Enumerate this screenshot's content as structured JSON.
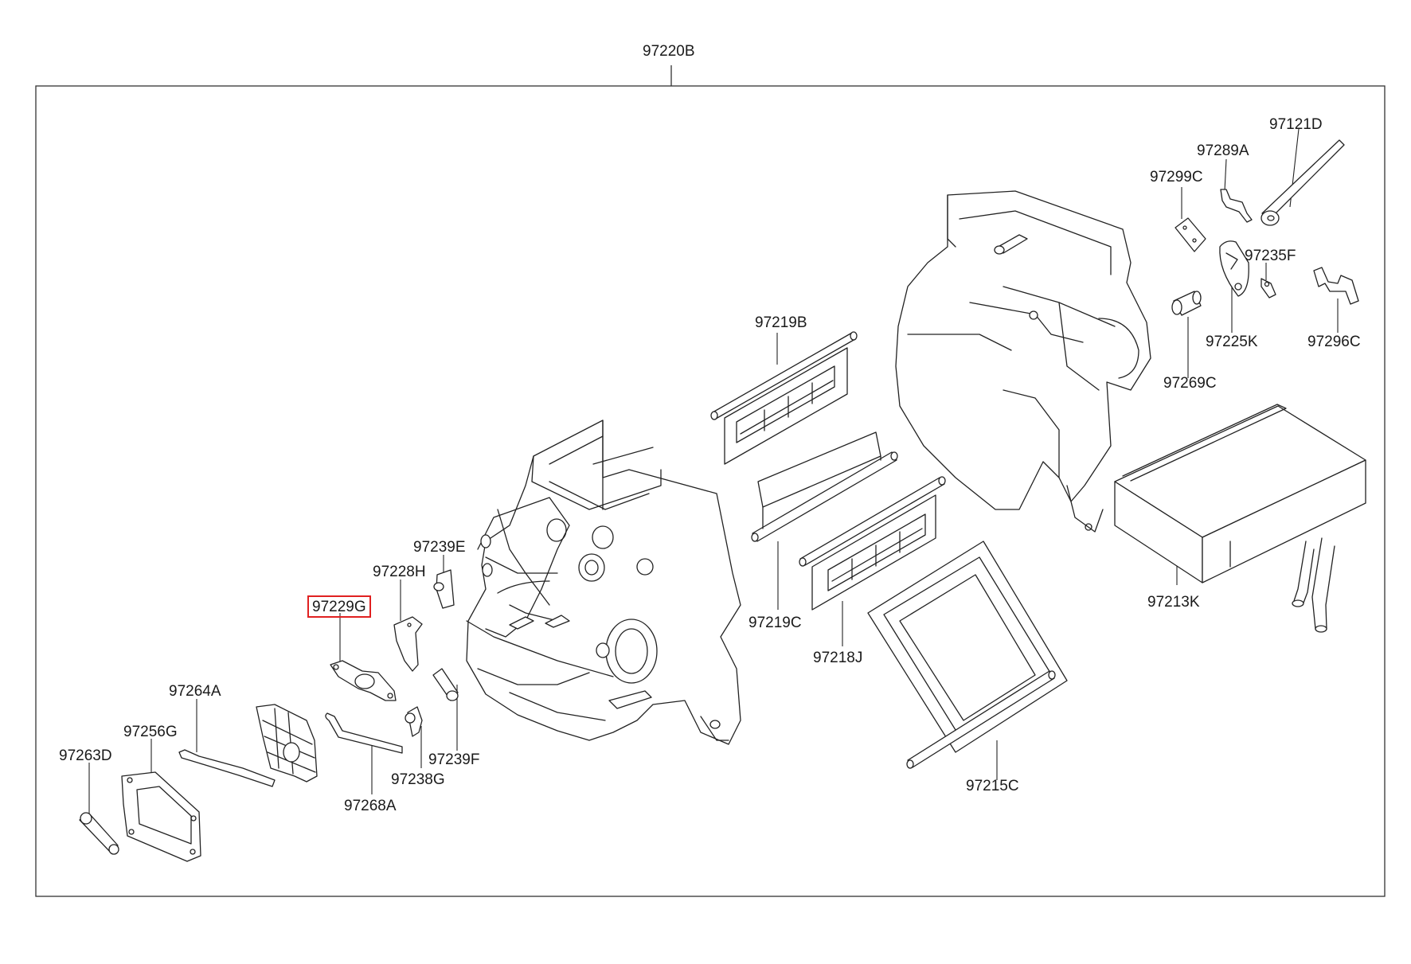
{
  "assembly": {
    "label": "97220B"
  },
  "highlight_color": "#e02020",
  "parts": [
    {
      "id": "p_97121D",
      "label": "97121D"
    },
    {
      "id": "p_97289A",
      "label": "97289A"
    },
    {
      "id": "p_97299C",
      "label": "97299C"
    },
    {
      "id": "p_97235F",
      "label": "97235F"
    },
    {
      "id": "p_97225K",
      "label": "97225K"
    },
    {
      "id": "p_97296C",
      "label": "97296C"
    },
    {
      "id": "p_97269C",
      "label": "97269C"
    },
    {
      "id": "p_97219B",
      "label": "97219B"
    },
    {
      "id": "p_97213K",
      "label": "97213K"
    },
    {
      "id": "p_97239E",
      "label": "97239E"
    },
    {
      "id": "p_97228H",
      "label": "97228H"
    },
    {
      "id": "p_97229G",
      "label": "97229G",
      "highlighted": true
    },
    {
      "id": "p_97219C",
      "label": "97219C"
    },
    {
      "id": "p_97218J",
      "label": "97218J"
    },
    {
      "id": "p_97264A",
      "label": "97264A"
    },
    {
      "id": "p_97256G",
      "label": "97256G"
    },
    {
      "id": "p_97263D",
      "label": "97263D"
    },
    {
      "id": "p_97239F",
      "label": "97239F"
    },
    {
      "id": "p_97238G",
      "label": "97238G"
    },
    {
      "id": "p_97268A",
      "label": "97268A"
    },
    {
      "id": "p_97215C",
      "label": "97215C"
    }
  ]
}
